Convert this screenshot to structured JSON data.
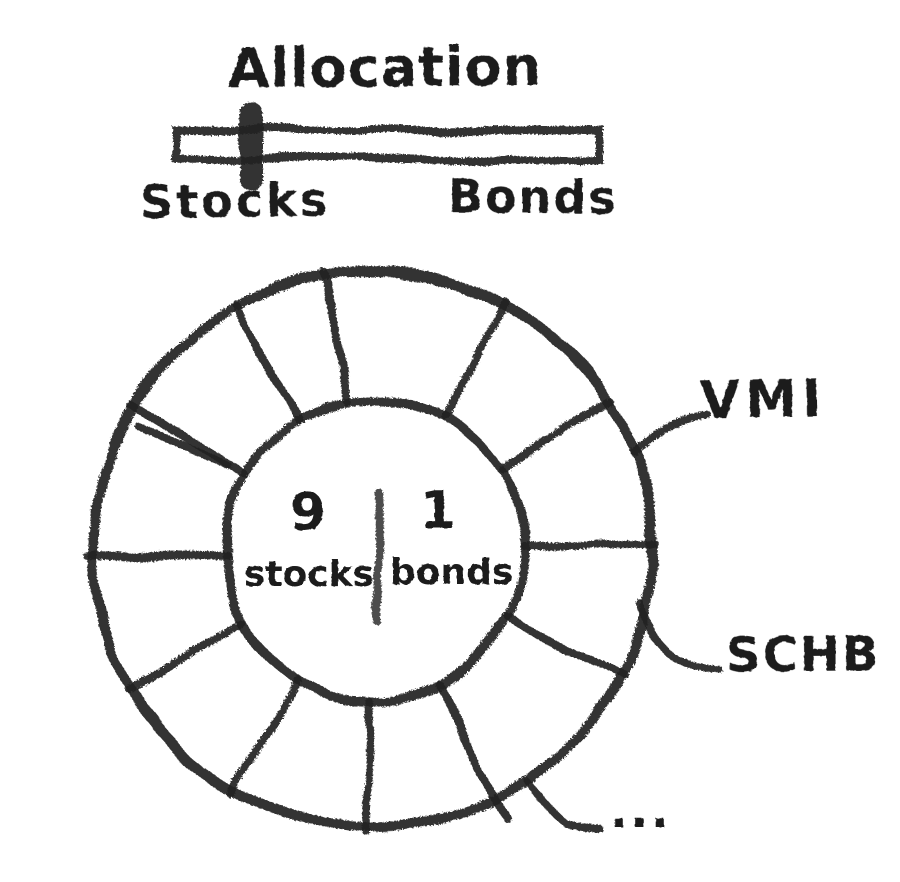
{
  "title": "Allocation",
  "slider": {
    "left_label": "Stocks",
    "right_label": "Bonds",
    "handle_position_fraction": 0.18
  },
  "donut": {
    "center_left_value": "9",
    "center_right_value": "1",
    "center_left_label": "stocks",
    "center_right_label": "bonds",
    "segments_drawn": 12,
    "callouts": [
      {
        "label": "VMI"
      },
      {
        "label": "SCHB"
      },
      {
        "label": "..."
      }
    ]
  },
  "chart_data": {
    "type": "pie",
    "subtype": "donut",
    "title": "Allocation",
    "categories": [
      "stocks",
      "bonds"
    ],
    "values": [
      9,
      1
    ],
    "center_text": "9 stocks | 1 bonds",
    "segment_callouts": [
      "VMI",
      "SCHB",
      "..."
    ],
    "style": "hand-drawn black ink sketch on white, donut divided into 12 radial wedges, callout leader lines to VMI, SCHB and ellipsis"
  },
  "colors": {
    "ink": "#1e1e1e",
    "background": "#ffffff"
  }
}
